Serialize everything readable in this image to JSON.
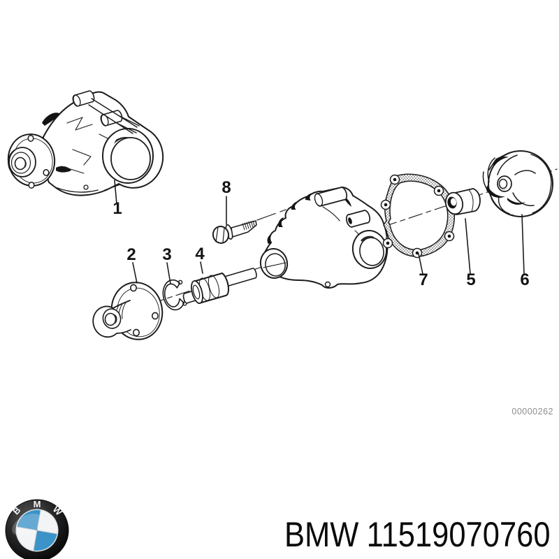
{
  "diagram": {
    "part_labels": [
      "1",
      "2",
      "3",
      "4",
      "5",
      "6",
      "7",
      "8"
    ],
    "image_code": "00000262"
  },
  "footer": {
    "brand": "BMW",
    "part_number": "11519070760",
    "logo_letters": "BMW"
  },
  "colors": {
    "line": "#1c1c1c",
    "code_text": "#8d8d8d",
    "logo_blue": "#3b93c7",
    "logo_ring_dark": "#161616"
  }
}
